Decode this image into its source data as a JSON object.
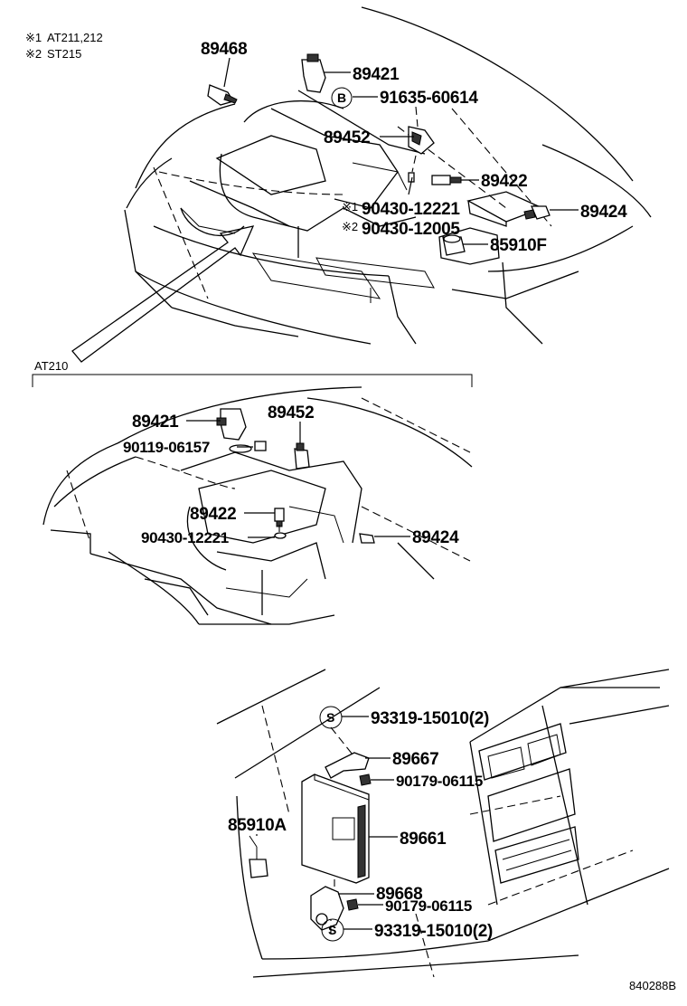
{
  "notes": {
    "n1_mark": "※1",
    "n1_text": "AT211,212",
    "n2_mark": "※2",
    "n2_text": "ST215"
  },
  "top": {
    "p89468": "89468",
    "p89421": "89421",
    "circle_b": "B",
    "p91635": "91635-60614",
    "p89452": "89452",
    "p89422": "89422",
    "mark1": "※1",
    "p90430_12221": "90430-12221",
    "mark2": "※2",
    "p90430_12005": "90430-12005",
    "p89424": "89424",
    "p85910F": "85910F"
  },
  "middle": {
    "variant": "AT210",
    "p89421": "89421",
    "p89452": "89452",
    "p90119": "90119-06157",
    "p89422": "89422",
    "p90430": "90430-12221",
    "p89424": "89424"
  },
  "bottom": {
    "circle_s_top": "S",
    "p93319_top": "93319-15010(2)",
    "p89667": "89667",
    "p90179_top": "90179-06115",
    "p85910A": "85910A",
    "p89661": "89661",
    "p89668": "89668",
    "p90179_bottom": "90179-06115",
    "circle_s_bottom": "S",
    "p93319_bottom": "93319-15010(2)"
  },
  "footer": {
    "figure_id": "840288B"
  }
}
